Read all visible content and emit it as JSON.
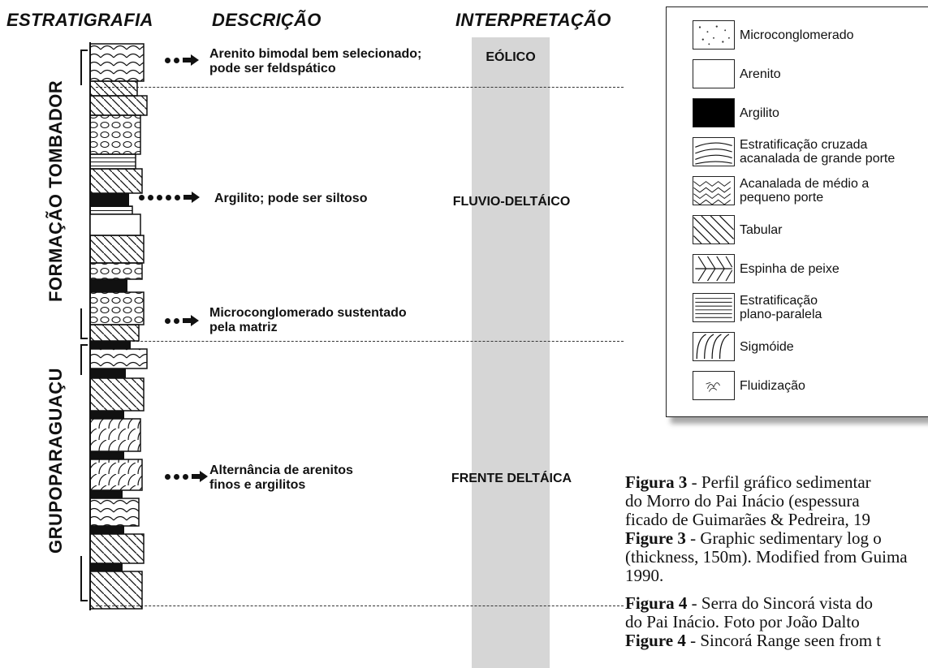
{
  "headers": {
    "stratigraphy": "ESTRATIGRAFIA",
    "description": "DESCRIÇÃO",
    "interpretation": "INTERPRETAÇÃO"
  },
  "units": {
    "upper": "FORMAÇÃO TOMBADOR",
    "lower": "GRUPOPARAGUAÇU"
  },
  "descriptions": [
    {
      "line1": "Arenito bimodal bem selecionado;",
      "line2": "pode ser feldspático"
    },
    {
      "line1": "Argilito; pode ser siltoso",
      "line2": ""
    },
    {
      "line1": "Microconglomerado sustentado",
      "line2": "pela matriz"
    },
    {
      "line1": "Alternância de arenitos",
      "line2": "finos e argilitos"
    }
  ],
  "interpretations": [
    "EÓLICO",
    "FLUVIO-DELTÁICO",
    "FRENTE DELTÁICA"
  ],
  "legend": [
    {
      "label": "Microconglomerado",
      "icon": "microconglomerate-symbol"
    },
    {
      "label": "Arenito",
      "icon": "sandstone-symbol"
    },
    {
      "label": "Argilito",
      "icon": "mudstone-symbol"
    },
    {
      "label": "Estratificação cruzada\nacanalada de grande porte",
      "icon": "large-trough-cross-bedding-symbol"
    },
    {
      "label": "Acanalada de médio a\npequeno porte",
      "icon": "small-trough-cross-bedding-symbol"
    },
    {
      "label": "Tabular",
      "icon": "tabular-bedding-symbol"
    },
    {
      "label": "Espinha de peixe",
      "icon": "herringbone-symbol"
    },
    {
      "label": "Estratificação\nplano-paralela",
      "icon": "plane-parallel-symbol"
    },
    {
      "label": "Sigmóide",
      "icon": "sigmoid-symbol"
    },
    {
      "label": "Fluidização",
      "icon": "fluidization-symbol"
    }
  ],
  "captions": {
    "fig3_pt_bold": "Figura 3",
    "fig3_pt_line1": " - Perfil gráfico sedimentar",
    "fig3_pt_line2": "do Morro do Pai Inácio (espessura",
    "fig3_pt_line3": "ficado de Guimarães & Pedreira, 19",
    "fig3_en_bold": "Figure 3",
    "fig3_en_line1": " - Graphic sedimentary log o",
    "fig3_en_line2": "(thickness, 150m). Modified from Guima",
    "fig3_en_line3": "1990.",
    "fig4_pt_bold": "Figura 4",
    "fig4_pt_line1": " - Serra do Sincorá vista do",
    "fig4_pt_line2": "do Pai Inácio. Foto por João Dalto",
    "fig4_en_bold": "Figure 4",
    "fig4_en_line1": " - Sincorá Range seen from t"
  }
}
